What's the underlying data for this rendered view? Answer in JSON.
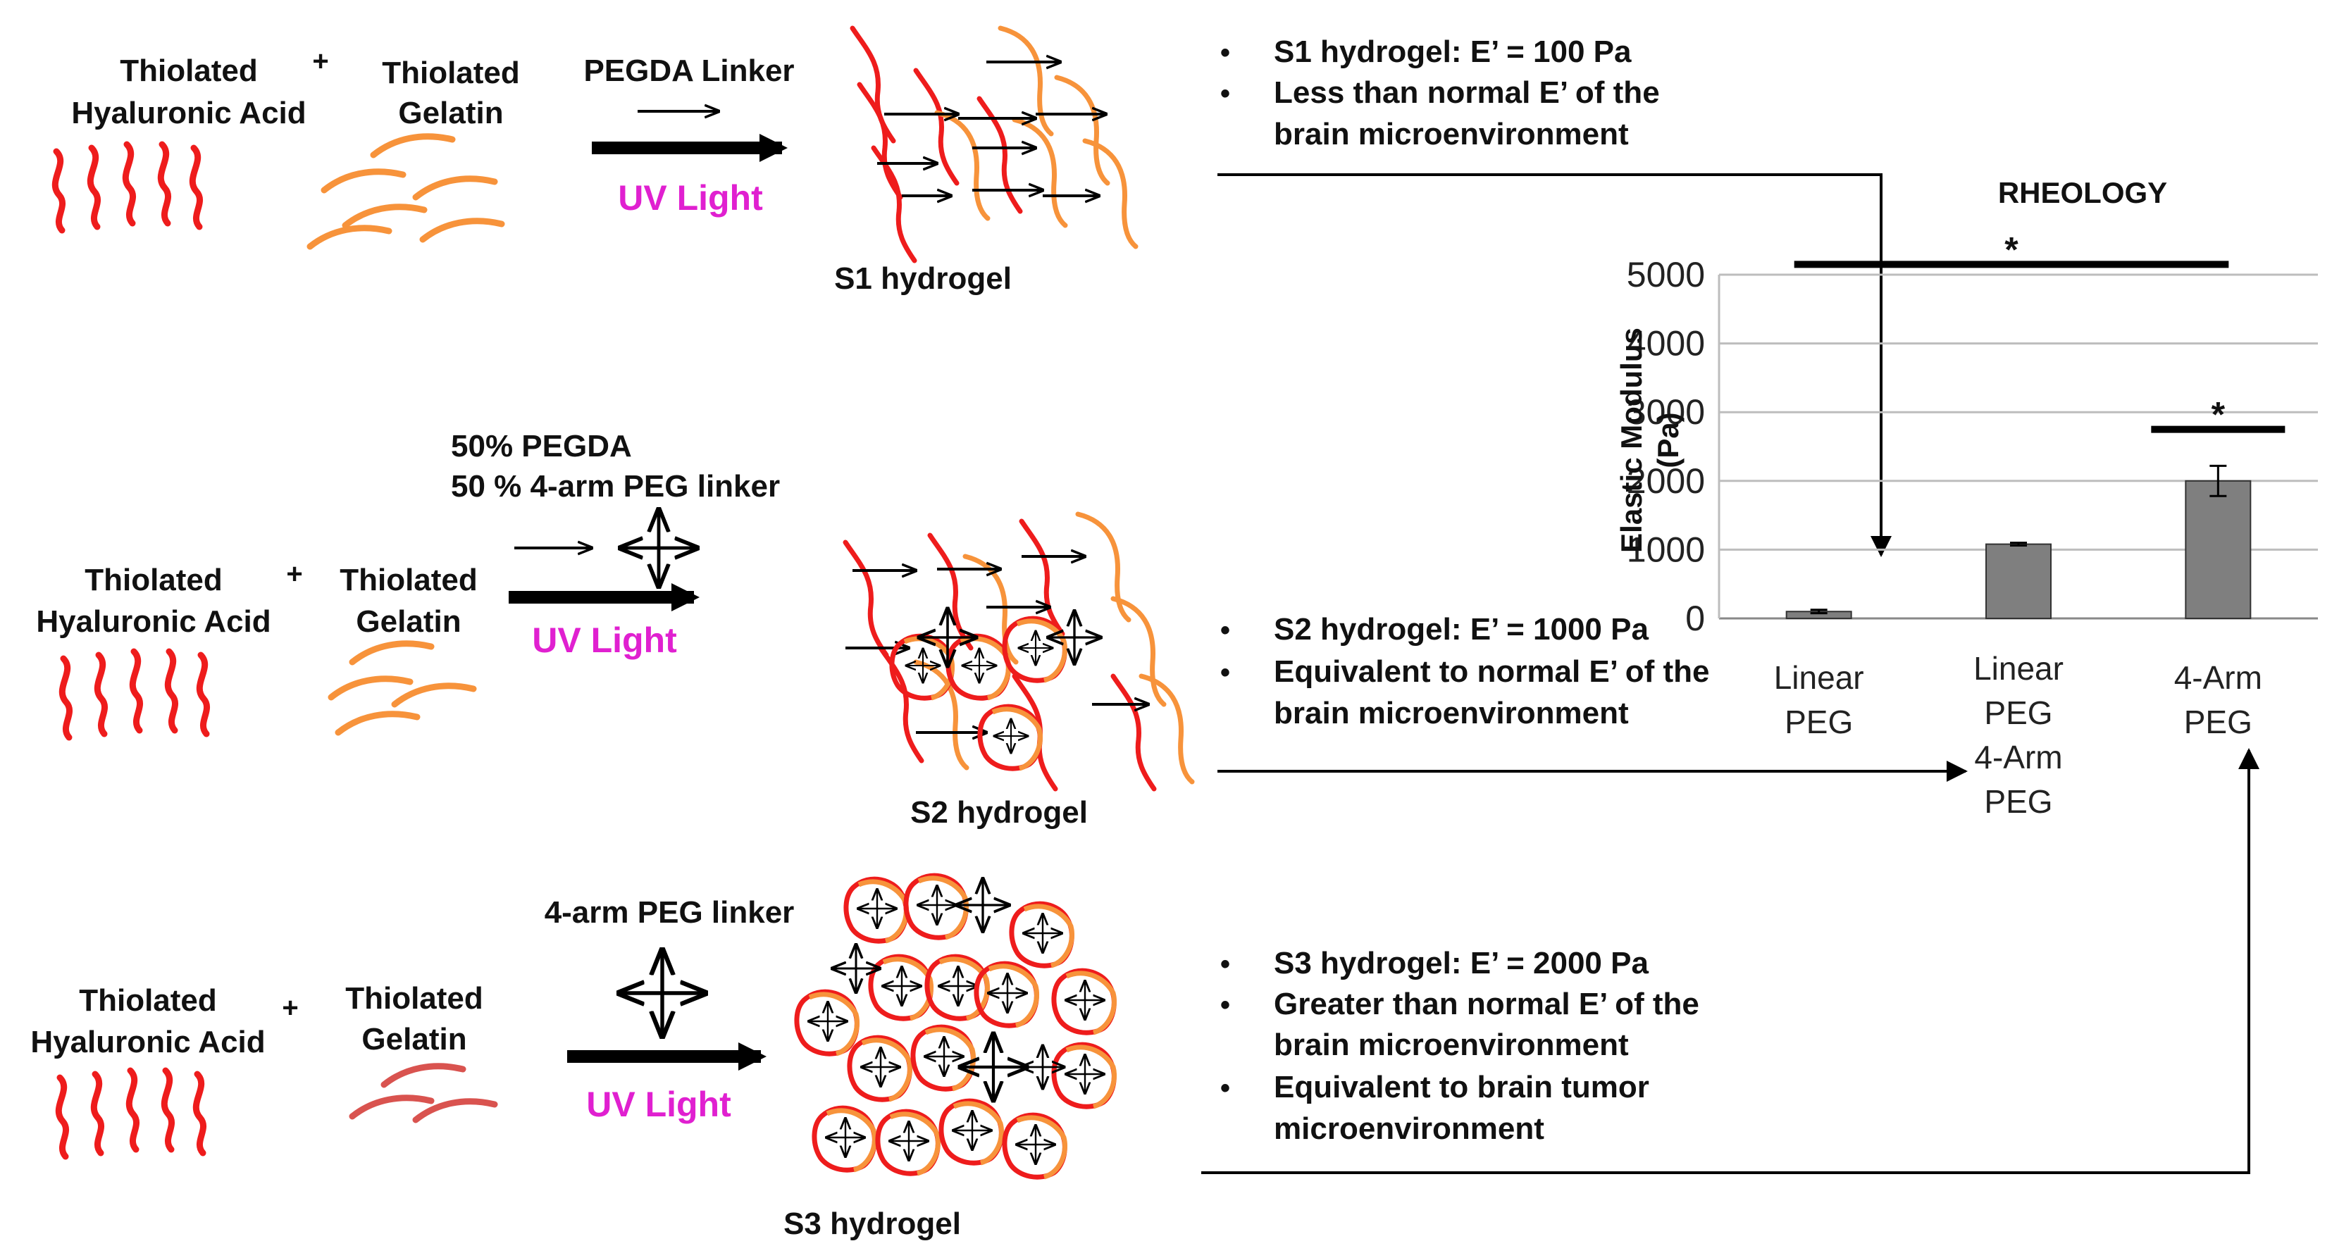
{
  "colors": {
    "hyaluronic": "#ee1c1c",
    "gelatin": "#f7933b",
    "gelatin_s3": "#d9534f",
    "uv": "#e020d0",
    "bar": "#7f7f7f"
  },
  "rows": [
    {
      "ha_label_1": "Thiolated",
      "ha_label_2": "Hyaluronic Acid",
      "plus": "+",
      "gel_label_1": "Thiolated",
      "gel_label_2": "Gelatin",
      "linker_1": "PEGDA Linker",
      "linker_2": "",
      "uv": "UV Light",
      "product": "S1 hydrogel"
    },
    {
      "ha_label_1": "Thiolated",
      "ha_label_2": "Hyaluronic Acid",
      "plus": "+",
      "gel_label_1": "Thiolated",
      "gel_label_2": "Gelatin",
      "linker_1": "50% PEGDA",
      "linker_2": "50 % 4-arm PEG linker",
      "uv": "UV Light",
      "product": "S2 hydrogel"
    },
    {
      "ha_label_1": "Thiolated",
      "ha_label_2": "Hyaluronic Acid",
      "plus": "+",
      "gel_label_1": "Thiolated",
      "gel_label_2": "Gelatin",
      "linker_1": "4-arm PEG linker",
      "linker_2": "",
      "uv": "UV Light",
      "product": "S3 hydrogel"
    }
  ],
  "notes": {
    "s1": [
      "S1 hydrogel: E’ = 100 Pa",
      "Less than normal E’ of the",
      "brain microenvironment"
    ],
    "s2": [
      "S2 hydrogel: E’ = 1000 Pa",
      "Equivalent to normal E’ of the",
      "brain microenvironment"
    ],
    "s3": [
      "S3 hydrogel: E’ = 2000 Pa",
      "Greater than normal E’ of the",
      "brain microenvironment",
      "Equivalent to brain tumor",
      "microenvironment"
    ],
    "bullet": "•"
  },
  "chart_data": {
    "type": "bar",
    "title": "RHEOLOGY",
    "ylabel_1": "Elastic Modulus",
    "ylabel_2": "(Pa)",
    "xlabel": "",
    "ylim": [
      0,
      5000
    ],
    "yticks": [
      0,
      1000,
      2000,
      3000,
      4000,
      5000
    ],
    "ytick_labels": [
      "0",
      "1000",
      "2000",
      "3000",
      "4000",
      "5000"
    ],
    "grid": true,
    "categories": [
      "Linear PEG",
      "Linear PEG 4-Arm PEG",
      "4-Arm PEG"
    ],
    "category_lines": [
      [
        "Linear",
        "PEG"
      ],
      [
        "Linear",
        "PEG",
        "4-Arm",
        "PEG"
      ],
      [
        "4-Arm",
        "PEG"
      ]
    ],
    "values": [
      100,
      1080,
      2000
    ],
    "errors": [
      25,
      20,
      220
    ],
    "significance": [
      {
        "from": 0,
        "to": 2,
        "label": "*"
      },
      {
        "from": 2,
        "to": 2,
        "label": "*"
      }
    ]
  }
}
